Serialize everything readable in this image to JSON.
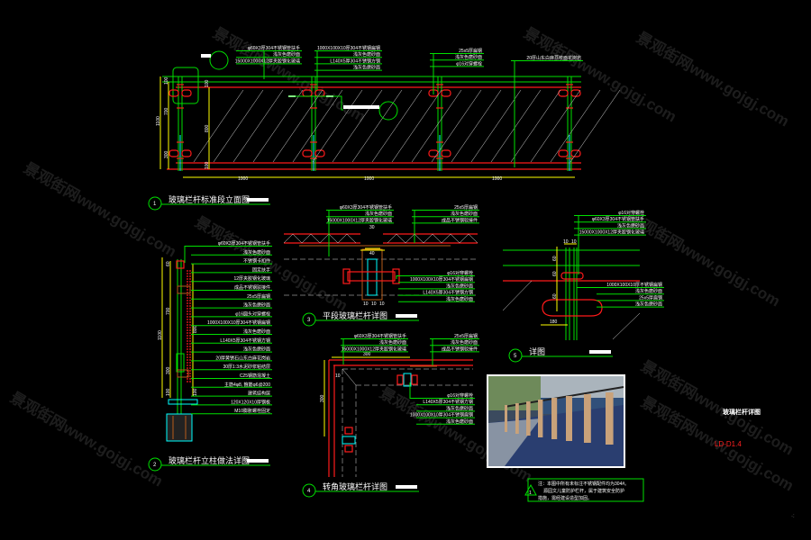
{
  "watermark": "景观街网www.gojgj.com",
  "elevation": {
    "number": "1",
    "title": "玻璃栏杆标准段立面图",
    "labels_a": [
      "φ60X3厚304不锈钢管扶手",
      "浅灰色磨砂面",
      "15000X1000X12厚夹胶钢化玻璃"
    ],
    "labels_b": [
      "1000X100X10厚304不锈钢扁钢",
      "浅灰色磨砂面",
      "L140X5厚304不锈钢方钢",
      "浅灰色磨砂面"
    ],
    "labels_c": [
      "25x5厚扁钢",
      "浅灰色磨砂面",
      "φ16对穿螺栓"
    ],
    "labels_d": [
      "20厚山东白麻荔枝面花岗岩"
    ],
    "dims_h": [
      "1000",
      "1000",
      "1000"
    ],
    "dims_v": [
      "1100",
      "700",
      "300",
      "100",
      "100",
      "800",
      "100"
    ]
  },
  "post_detail": {
    "number": "2",
    "title": "玻璃栏杆立柱做法详图",
    "labels": [
      "φ60X3厚304不锈钢管扶手",
      "浅灰色磨砂面",
      "不锈钢卡扣件",
      "固定扶手",
      "12厚夹胶钢化玻璃",
      "成品不锈钢驳接件",
      "25x5厚扁钢",
      "浅灰色磨砂面",
      "φ16圆头对穿螺栓",
      "1000X100X10厚304不锈钢扁钢",
      "浅灰色磨砂面",
      "L140X5厚304不锈钢方钢",
      "浅灰色磨砂面",
      "20厚黄锈石山东白麻花岗岩",
      "30厚1:3水泥砂浆粘结层",
      "C25钢筋混凝土",
      "主筋4φ8, 箍筋φ6@200",
      "建筑结构层",
      "120X120X10厚钢板",
      "M10膨胀螺栓固定"
    ],
    "dims": [
      "1100",
      "60",
      "700",
      "800",
      "300",
      "100",
      "100"
    ]
  },
  "flat_detail": {
    "number": "3",
    "title": "平段玻璃栏杆详图",
    "labels_l": [
      "φ60X3厚304不锈钢管扶手",
      "浅灰色磨砂面",
      "15000X1000X12厚夹胶钢化玻璃"
    ],
    "labels_r": [
      "25x5厚扁钢",
      "浅灰色磨砂面",
      "成品不锈钢驳接件"
    ],
    "labels_b": [
      "φ16对穿螺栓",
      "1000X100X10厚304不锈钢扁钢",
      "浅灰色磨砂面",
      "L140X5厚304不锈钢方钢",
      "浅灰色磨砂面"
    ],
    "dims": [
      "30",
      "40",
      "10",
      "10",
      "10"
    ]
  },
  "corner_detail": {
    "number": "4",
    "title": "转角玻璃栏杆详图",
    "labels_l": [
      "φ60X3厚304不锈钢管扶手",
      "浅灰色磨砂面",
      "15000X1000X12厚夹胶钢化玻璃"
    ],
    "labels_r": [
      "25x5厚扁钢",
      "浅灰色磨砂面",
      "成品不锈钢驳接件"
    ],
    "labels_b": [
      "φ16对穿螺栓",
      "L140X5厚304不锈钢方钢",
      "浅灰色磨砂面",
      "1000X100X10厚304不锈钢扁钢",
      "浅灰色磨砂面"
    ],
    "dims": [
      "300",
      "10",
      "300"
    ]
  },
  "detail5": {
    "number": "5",
    "title": "详图",
    "labels_t": [
      "φ16对穿螺栓",
      "φ60X3厚304不锈钢管扶手",
      "浅灰色磨砂面",
      "15000X1000X12厚夹胶钢化玻璃"
    ],
    "labels_b": [
      "1000X100X10厚不锈钢扁钢",
      "浅灰色磨砂面",
      "25x5厚扁钢",
      "浅灰色磨砂面"
    ],
    "dims": [
      "10",
      "10",
      "60",
      "60",
      "60",
      "180"
    ]
  },
  "sheet": {
    "name": "玻璃栏杆详图",
    "code": "LD-D1.4"
  },
  "note": {
    "symbol": "1",
    "lines": [
      "注：本图中所有未标注不锈钢配件均为304#。",
      "源园文儿童防护栏杆，属于建筑安全防护",
      "措施，需经建设造型加固。"
    ]
  },
  "colors": {
    "background": "#000000",
    "leader": "#00e000",
    "steel": "#ff1a1a",
    "dimension": "#ffff00",
    "sheet_code": "#ff2020"
  }
}
